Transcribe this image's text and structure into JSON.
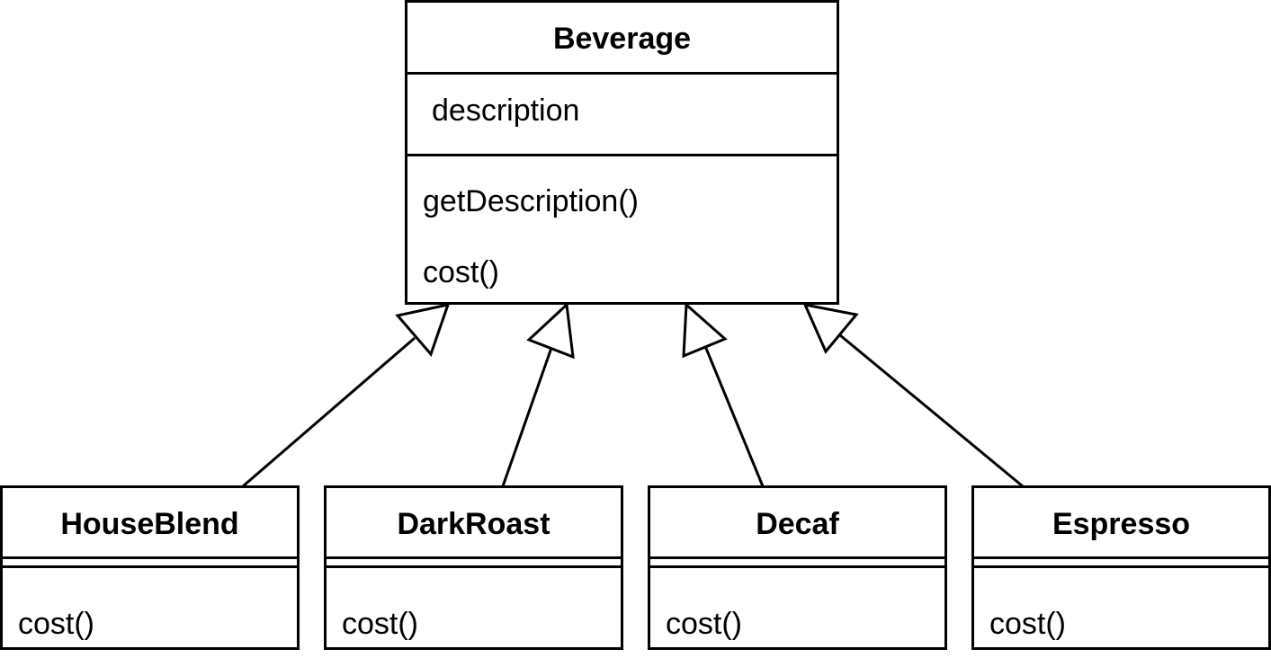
{
  "diagram": {
    "superclass": {
      "name": "Beverage",
      "attributes": [
        "description"
      ],
      "operations": [
        "getDescription()",
        "cost()"
      ]
    },
    "subclasses": [
      {
        "name": "HouseBlend",
        "operations": [
          "cost()"
        ]
      },
      {
        "name": "DarkRoast",
        "operations": [
          "cost()"
        ]
      },
      {
        "name": "Decaf",
        "operations": [
          "cost()"
        ]
      },
      {
        "name": "Espresso",
        "operations": [
          "cost()"
        ]
      }
    ],
    "relationship": "generalization",
    "colors": {
      "line": "#000000",
      "fill": "#ffffff"
    }
  }
}
